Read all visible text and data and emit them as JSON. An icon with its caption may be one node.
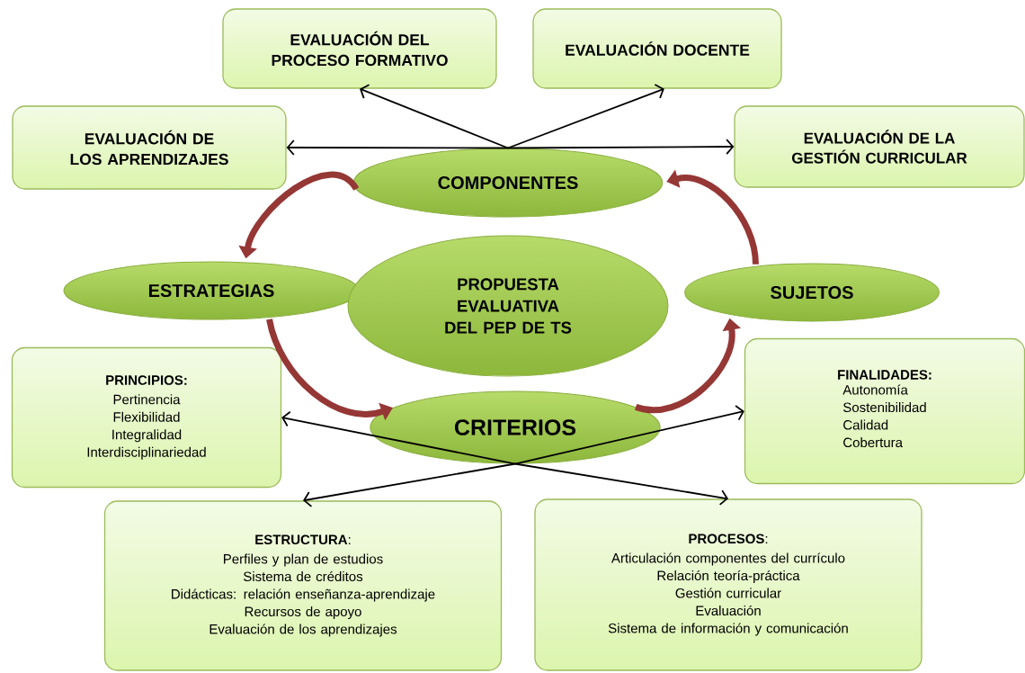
{
  "diagram": {
    "nodes": [
      {
        "text": [
          "EVALUACIÓN DEL PROCESO FORMATIVO"
        ]
      },
      {
        "text": [
          "EVALUACIÓN DOCENTE"
        ]
      },
      {
        "text": [
          "EVALUACIÓN DE LOS APRENDIZAJES"
        ]
      },
      {
        "text": [
          "EVALUACIÓN DE LA GESTIÓN CURRICULAR"
        ]
      },
      {
        "text": [
          "COMPONENTES"
        ]
      },
      {
        "text": [
          "ESTRATEGIAS"
        ]
      },
      {
        "text": [
          "PROPUESTA EVALUATIVA DEL PEP DE TS"
        ]
      },
      {
        "text": [
          "SUJETOS"
        ]
      },
      {
        "text": [
          "PRINCIPIOS:",
          "Pertinencia",
          "Flexibilidad",
          "Integralidad",
          "Interdisciplinariedad"
        ]
      },
      {
        "text": [
          "CRITERIOS"
        ]
      },
      {
        "text": [
          "FINALIDADES:",
          "Autonomía",
          "Sostenibilidad",
          "Calidad",
          "Cobertura"
        ]
      },
      {
        "text": [
          "**ESTRUCTURA**:",
          "Perfiles y plan de estudios",
          "Sistema de créditos",
          "Didácticas: relación enseñanza-aprendizaje",
          "Recursos de apoyo",
          "Evaluación de los aprendizajes"
        ]
      },
      {
        "text": [
          "**PROCESOS**:",
          "Articulación componentes del currículo",
          "Relación teoría-práctica",
          "Gestión curricular",
          "Evaluación",
          "Sistema de información y comunicación"
        ]
      }
    ],
    "edges": [
      {
        "from": 4,
        "to": 0,
        "arrow": "to"
      },
      {
        "from": 4,
        "to": 1,
        "arrow": "to"
      },
      {
        "from": 4,
        "to": 2,
        "arrow": "to"
      },
      {
        "from": 4,
        "to": 3,
        "arrow": "to"
      },
      {
        "from": 9,
        "to": 8,
        "arrow": "to"
      },
      {
        "from": 9,
        "to": 10,
        "arrow": "to"
      },
      {
        "from": 9,
        "to": 11,
        "arrow": "to"
      },
      {
        "from": 9,
        "to": 12,
        "arrow": "to"
      },
      {
        "from": 4,
        "to": 5,
        "arrow": "to",
        "style": "thick",
        "color": "#953735"
      },
      {
        "from": 5,
        "to": 9,
        "arrow": "to",
        "style": "thick",
        "color": "#953735"
      },
      {
        "from": 9,
        "to": 7,
        "arrow": "to",
        "style": "thick",
        "color": "#953735"
      },
      {
        "from": 7,
        "to": 4,
        "arrow": "to",
        "style": "thick",
        "color": "#953735"
      }
    ]
  }
}
